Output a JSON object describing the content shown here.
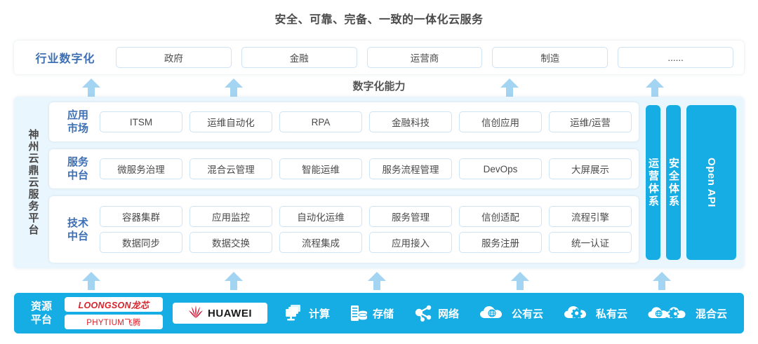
{
  "title": "安全、可靠、完备、一致的一体化云服务",
  "industry": {
    "label": "行业数字化",
    "items": [
      "政府",
      "金融",
      "运营商",
      "制造",
      "......"
    ]
  },
  "capability_caption": "数字化能力",
  "platform": {
    "name": "神州云鼎云服务平台",
    "tiers": [
      {
        "label": "应用\n市场",
        "label_lines": [
          "应用",
          "市场"
        ],
        "rows": [
          [
            "ITSM",
            "运维自动化",
            "RPA",
            "金融科技",
            "信创应用",
            "运维/运营"
          ]
        ]
      },
      {
        "label": "服务\n中台",
        "label_lines": [
          "服务",
          "中台"
        ],
        "rows": [
          [
            "微服务治理",
            "混合云管理",
            "智能运维",
            "服务流程管理",
            "DevOps",
            "大屏展示"
          ]
        ]
      },
      {
        "label": "技术\n中台",
        "label_lines": [
          "技术",
          "中台"
        ],
        "rows": [
          [
            "容器集群",
            "应用监控",
            "自动化运维",
            "服务管理",
            "信创适配",
            "流程引擎"
          ],
          [
            "数据同步",
            "数据交换",
            "流程集成",
            "应用接入",
            "服务注册",
            "统一认证"
          ]
        ]
      }
    ],
    "side_bars": [
      {
        "text": "运营体系",
        "orientation": "vertical-cn"
      },
      {
        "text": "安全体系",
        "orientation": "vertical-cn"
      },
      {
        "text": "Open API",
        "orientation": "rotated-en"
      }
    ]
  },
  "resource": {
    "label_lines": [
      "资源",
      "平台"
    ],
    "vendor_logos": [
      "LOONGSON龙芯",
      "PHYTIUM飞腾"
    ],
    "huawei_logo": "HUAWEI",
    "items": [
      {
        "label": "计算",
        "icon": "monitor-icon"
      },
      {
        "label": "存储",
        "icon": "server-storage-icon"
      },
      {
        "label": "网络",
        "icon": "network-nodes-icon"
      },
      {
        "label": "公有云",
        "icon": "cloud-globe-icon"
      },
      {
        "label": "私有云",
        "icon": "cloud-gear-icon"
      },
      {
        "label": "混合云",
        "icon": "cloud-globe-gear-icon"
      }
    ]
  },
  "colors": {
    "accent_blue": "#16ace4",
    "label_blue": "#3d6fb4",
    "arrow_blue": "#a3d4f2",
    "panel_bg": "#eaf6fd",
    "logo_red": "#d8232a",
    "text_gray": "#4a4a4a"
  },
  "arrows": {
    "upper_count": 4,
    "lower_count": 5
  }
}
